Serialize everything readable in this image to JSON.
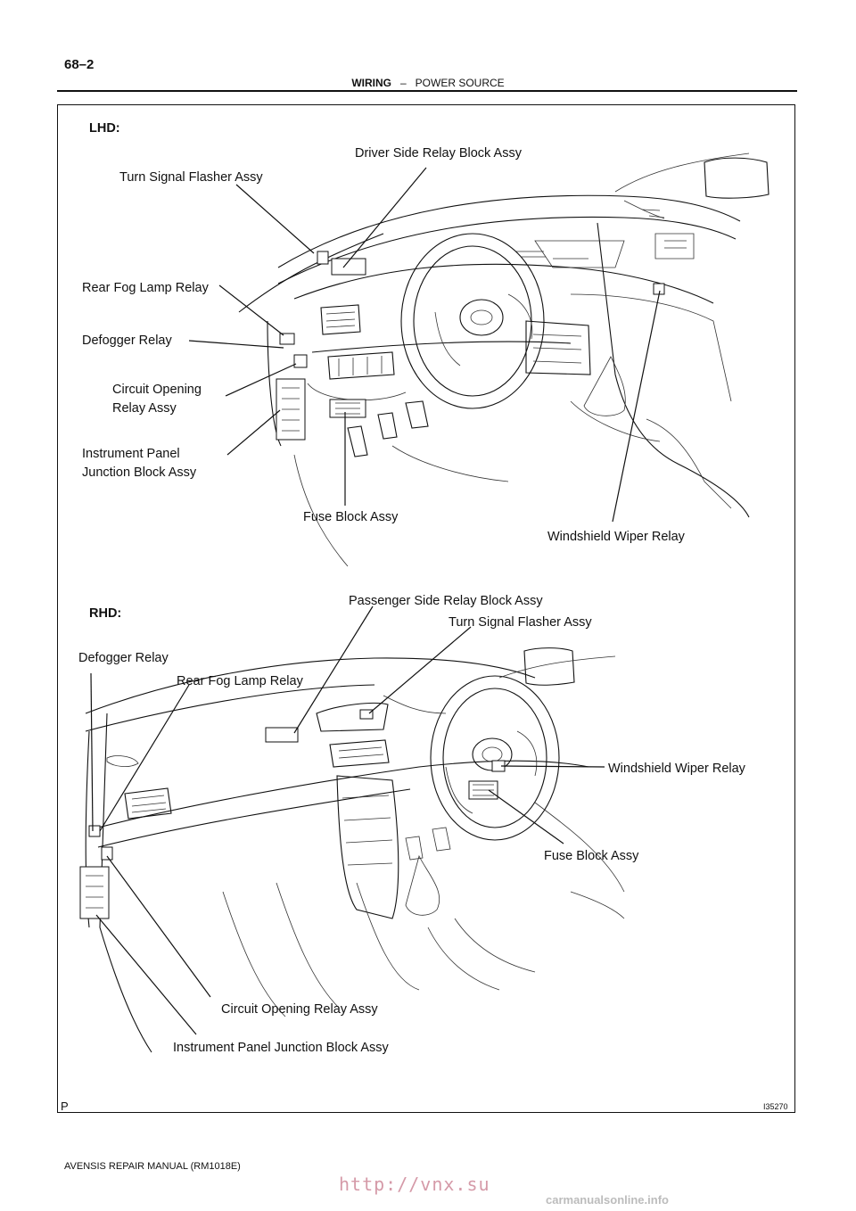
{
  "header": {
    "page_number": "68–2",
    "section": "WIRING",
    "separator": "–",
    "topic": "POWER SOURCE"
  },
  "figure": {
    "lhd": {
      "heading": "LHD:",
      "labels": {
        "driver_side_relay_block": "Driver Side Relay Block Assy",
        "turn_signal_flasher": "Turn Signal Flasher Assy",
        "rear_fog_lamp_relay": "Rear Fog Lamp Relay",
        "defogger_relay": "Defogger Relay",
        "circuit_opening_relay": "Circuit Opening\nRelay Assy",
        "instrument_panel_jb": "Instrument Panel\nJunction Block Assy",
        "fuse_block": "Fuse Block Assy",
        "windshield_wiper_relay": "Windshield Wiper Relay"
      }
    },
    "rhd": {
      "heading": "RHD:",
      "labels": {
        "passenger_side_relay_block": "Passenger Side Relay Block Assy",
        "turn_signal_flasher": "Turn Signal Flasher Assy",
        "defogger_relay": "Defogger Relay",
        "rear_fog_lamp_relay": "Rear Fog Lamp Relay",
        "windshield_wiper_relay": "Windshield Wiper Relay",
        "fuse_block": "Fuse Block Assy",
        "circuit_opening_relay": "Circuit Opening Relay Assy",
        "instrument_panel_jb": "Instrument Panel Junction Block Assy"
      }
    },
    "corner_mark": "P",
    "figure_id": "I35270"
  },
  "footer": {
    "manual": "AVENSIS REPAIR MANUAL   (RM1018E)",
    "watermark": "http://vnx.su",
    "site": "carmanualsonline.info"
  }
}
